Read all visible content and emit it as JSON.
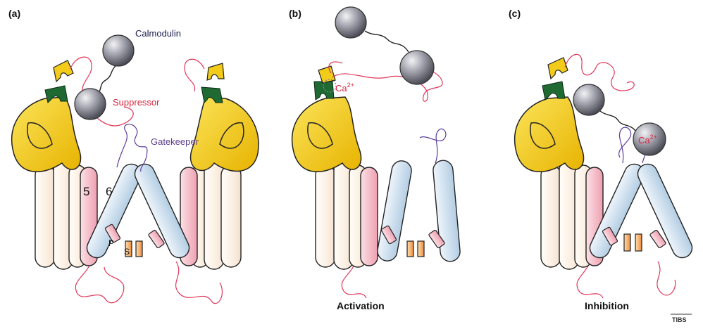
{
  "panels": [
    {
      "label": "(a)",
      "caption": "",
      "labels": {
        "calmodulin": "Calmodulin",
        "suppressor": "Suppressor",
        "gatekeeper": "Gatekeeper",
        "segment5": "5",
        "segment6": "6",
        "pore": "P",
        "selectivity": "S"
      }
    },
    {
      "label": "(b)",
      "caption": "Activation",
      "labels": {
        "calcium": "Ca",
        "calcium_charge": "2+"
      }
    },
    {
      "label": "(c)",
      "caption": "Inhibition",
      "labels": {
        "calcium": "Ca",
        "calcium_charge": "2+"
      }
    }
  ],
  "credit": "TIBS",
  "colors": {
    "yellow": "#f3cc1a",
    "green": "#1f6a33",
    "pink": "#f5c4cd",
    "blue": "#cfe1f0",
    "cream": "#fdf6ee",
    "loop_red": "#e0365a",
    "loop_purple": "#5a3c9a",
    "gray": "#8f8f9a",
    "orange": "#f2a25a"
  }
}
